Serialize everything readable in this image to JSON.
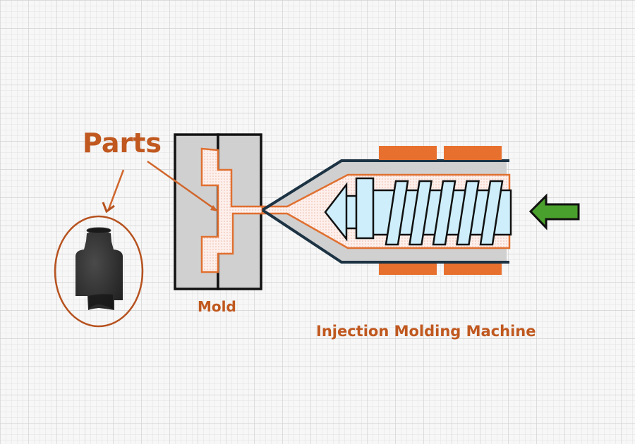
{
  "title": "Injection Molding Process",
  "labels": {
    "parts": "Parts",
    "mold": "Mold",
    "machine": "Injection Molding Machine"
  },
  "colors": {
    "accent_orange": "#c0581f",
    "heater_orange": "#e8702f",
    "barrel_gray": "#cfcfcf",
    "barrel_outline": "#1c3344",
    "screw_fill": "#cdeefa",
    "melt_fill": "#fbe3dc",
    "arrow_green": "#4aa02c",
    "part_black": "#2b2b2b",
    "grid_line": "#dcdcdc"
  },
  "components": [
    {
      "id": "mold",
      "name": "Mold"
    },
    {
      "id": "cavity",
      "name": "Part cavity"
    },
    {
      "id": "barrel",
      "name": "Barrel"
    },
    {
      "id": "heaters",
      "name": "Heater bands",
      "count": 4
    },
    {
      "id": "screw",
      "name": "Screw",
      "flights": 5
    },
    {
      "id": "push-arrow",
      "name": "Injection direction arrow",
      "direction": "left"
    },
    {
      "id": "part",
      "name": "Molded part"
    }
  ]
}
